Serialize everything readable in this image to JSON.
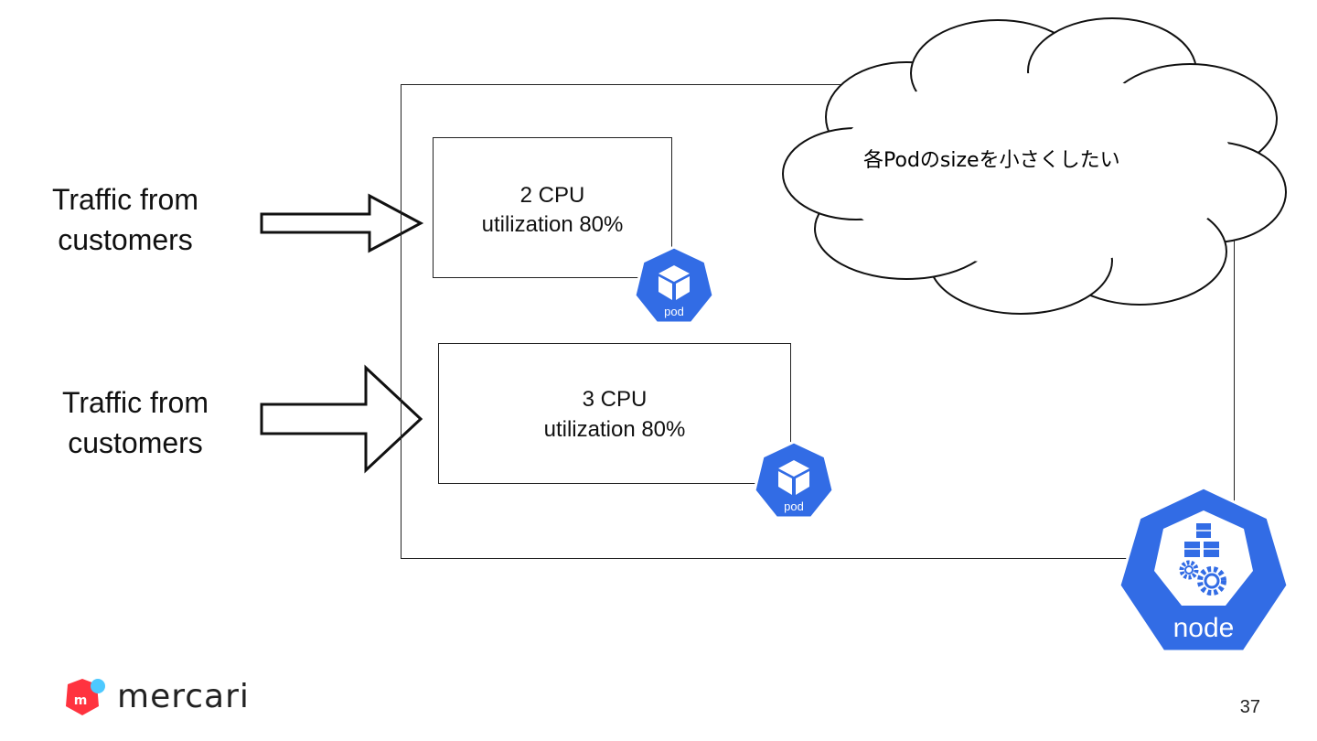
{
  "traffic": [
    {
      "line1": "Traffic from",
      "line2": "customers"
    },
    {
      "line1": "Traffic from",
      "line2": "customers"
    }
  ],
  "pods": [
    {
      "cpu": "2 CPU",
      "utilization": "utilization 80%",
      "badge": "pod"
    },
    {
      "cpu": "3 CPU",
      "utilization": "utilization 80%",
      "badge": "pod"
    }
  ],
  "cloud_text": "各Podのsizeを小さくしたい",
  "node_badge": "node",
  "logo_text": "mercari",
  "page_number": "37",
  "colors": {
    "k8s_blue": "#326ce5",
    "logo_red": "#ff333f",
    "logo_blue": "#4dc9ff"
  },
  "icons": {
    "pod": "cube-icon",
    "node": "cubes-gears-icon"
  }
}
